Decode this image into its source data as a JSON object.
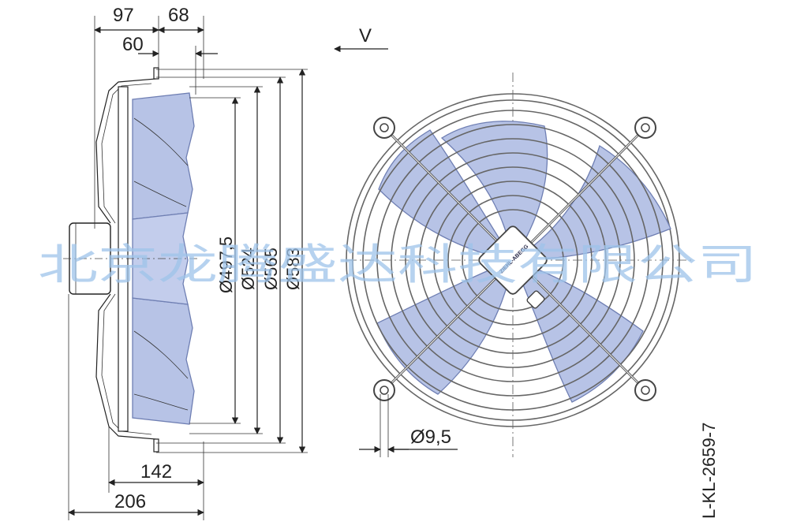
{
  "dimensions": {
    "top_97": "97",
    "top_68": "68",
    "top_60": "60",
    "bottom_142": "142",
    "bottom_206": "206",
    "dia_497": "Ø497,5",
    "dia_524": "Ø524",
    "dia_565": "Ø565",
    "dia_583": "Ø583",
    "hole": "Ø9,5",
    "view": "V"
  },
  "drawing_code": "L-KL-2659-7",
  "brand_label": "ZIEHL-ABEGG",
  "watermark": "北京龙腾盛达科技有限公司",
  "colors": {
    "blade": "#b7c3e6",
    "blade_outline": "#6f7fb3",
    "watermark": "#9ec4ea",
    "line": "#222222"
  }
}
